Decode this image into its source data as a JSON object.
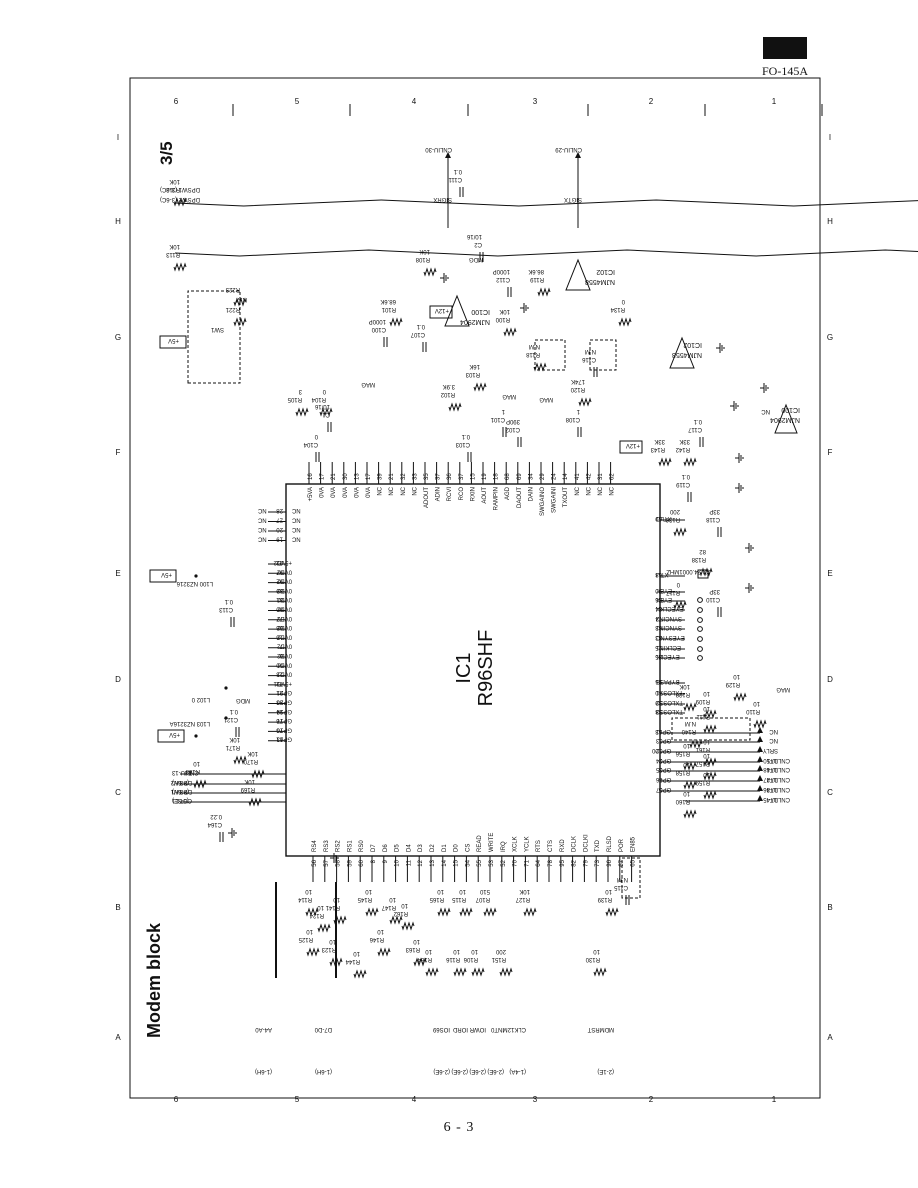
{
  "header": {
    "doc_code": "FO-145A"
  },
  "footer": {
    "page_number": "6 - 3"
  },
  "frame": {
    "top_index": [
      "6",
      "5",
      "4",
      "3",
      "2",
      "1"
    ],
    "bottom_index": [
      "6",
      "5",
      "4",
      "3",
      "2",
      "1"
    ],
    "side_index": [
      "I",
      "H",
      "G",
      "F",
      "E",
      "D",
      "C",
      "B",
      "A"
    ]
  },
  "diagram": {
    "title": "Modem block",
    "sheet": "3/5",
    "ic1_ref": "IC1",
    "ic1_part": "R96SHF",
    "ic100_ref": "IC100",
    "ic100_part": "NJM2904",
    "ic102_ref": "IC102",
    "ic102_part": "NJM4558",
    "ic102b_ref": "IC102",
    "ic102b_part": "NJM4558",
    "ic100b_ref": "IC100",
    "ic100b_part": "NJM2904",
    "sw1": "SW1",
    "nm": "N.M",
    "plus5v": "+5V",
    "plus12v": "+12V",
    "mdg": "MDG",
    "mag": "MAG",
    "sigrx": "SIGRX",
    "sigtx": "SIGTX",
    "cnliu30": "CNLIU-30",
    "cnliu29": "CNLIU-29",
    "dpsw1_ref": "DPSW1 (3-6C)",
    "dpsw2_ref": "DPSW2 (3-6C)",
    "nc": "NC",
    "x2": "X2 24.0001MHZ",
    "l100": "L100 NZ3216",
    "l102": "L102 0",
    "l103": "L103 NZ3216A",
    "left_buses": [
      {
        "ref": "(1-6H)",
        "name": "A4-A0"
      },
      {
        "ref": "(1-6H)",
        "name": "D7-D0"
      },
      {
        "ref": "(2-6E)",
        "name": "IOS69"
      },
      {
        "ref": "(2-6E)",
        "name": "IORD"
      },
      {
        "ref": "(2-6E)",
        "name": "IOWR"
      },
      {
        "ref": "(2-6E)",
        "name": "INT0"
      },
      {
        "ref": "(1-4A)",
        "name": "CLK12M"
      },
      {
        "ref": "(2-1E)",
        "name": "MDMRST"
      }
    ],
    "left_nc": [
      {
        "label": "NC",
        "pin": "28"
      },
      {
        "label": "NC",
        "pin": "27"
      },
      {
        "label": "NC",
        "pin": "20"
      },
      {
        "label": "NC",
        "pin": "19"
      }
    ],
    "left_pins": [
      {
        "pin": "22",
        "name": "+5VD2"
      },
      {
        "pin": "97",
        "name": "0VD2"
      },
      {
        "pin": "92",
        "name": "0VD2"
      },
      {
        "pin": "89",
        "name": "0VD2"
      },
      {
        "pin": "81",
        "name": "0VD2"
      },
      {
        "pin": "80",
        "name": "0VD2"
      },
      {
        "pin": "77",
        "name": "0VD2"
      },
      {
        "pin": "66",
        "name": "0VD2"
      },
      {
        "pin": "16",
        "name": "0VD2"
      },
      {
        "pin": "7",
        "name": "0VD2"
      },
      {
        "pin": "6",
        "name": "0VD2"
      },
      {
        "pin": "50",
        "name": "0VD1"
      },
      {
        "pin": "23",
        "name": "0VD1"
      },
      {
        "pin": "72",
        "name": "+5VD1"
      },
      {
        "pin": "91",
        "name": "GP21"
      },
      {
        "pin": "93",
        "name": "GP20"
      },
      {
        "pin": "94",
        "name": "GP19"
      },
      {
        "pin": "76",
        "name": "GP17"
      },
      {
        "pin": "75",
        "name": "GP16"
      },
      {
        "pin": "61",
        "name": "GP13"
      }
    ],
    "left_signals": [
      {
        "ref": "CNLIU-13",
        "name": "T1"
      },
      {
        "ref": "(3-6H)",
        "name": "DPSW2"
      },
      {
        "ref": "(3-6H)",
        "name": "DPSW1"
      },
      {
        "ref": "(5-3E)",
        "name": "CUTC1"
      }
    ],
    "right_pins": [
      {
        "pin": "69",
        "name": "XTLO"
      },
      {
        "pin": "68",
        "name": "XTLI"
      },
      {
        "pin": "90",
        "name": "EYEY"
      },
      {
        "pin": "86",
        "name": "EYEX"
      },
      {
        "pin": "84",
        "name": "EYECLKX"
      },
      {
        "pin": "74",
        "name": "SYNCIN2"
      },
      {
        "pin": "83",
        "name": "SYNCIN1"
      },
      {
        "pin": "83",
        "name": "EYESYNC"
      },
      {
        "pin": "25",
        "name": "ECLKIN1"
      },
      {
        "pin": "85",
        "name": "EYECLK"
      },
      {
        "pin": "36",
        "name": "BYPASS"
      },
      {
        "pin": "40",
        "name": "TXLOSS1"
      },
      {
        "pin": "39",
        "name": "TXLOSS2"
      },
      {
        "pin": "38",
        "name": "TXLOSS3"
      },
      {
        "pin": "63",
        "name": "GP11"
      },
      {
        "pin": "1",
        "name": "GP03"
      },
      {
        "pin": "100",
        "name": "GP02"
      },
      {
        "pin": "2",
        "name": "GP04"
      },
      {
        "pin": "3",
        "name": "GP05"
      },
      {
        "pin": "4",
        "name": "GP06"
      },
      {
        "pin": "5",
        "name": "GP07"
      }
    ],
    "right_signals": [
      {
        "label": "NC"
      },
      {
        "label": "NC"
      },
      {
        "label": "SRLY"
      },
      {
        "label": "DT1",
        "ref": "CNLIU-50"
      },
      {
        "label": "DT1",
        "ref": "CNLIU-48"
      },
      {
        "label": "DT2",
        "ref": "CNLIU-47"
      },
      {
        "label": "DT3",
        "ref": "CNLIU-46"
      },
      {
        "label": "DT4",
        "ref": "CNLIU-45"
      }
    ],
    "top_pins": [
      {
        "pin": "16",
        "name": "+5VA"
      },
      {
        "pin": "17",
        "name": "0VA"
      },
      {
        "pin": "21",
        "name": "0VA"
      },
      {
        "pin": "30",
        "name": "0VA"
      },
      {
        "pin": "13",
        "name": "0VA"
      },
      {
        "pin": "17",
        "name": "0VA"
      },
      {
        "pin": "39",
        "name": "NC"
      },
      {
        "pin": "21",
        "name": "NC"
      },
      {
        "pin": "32",
        "name": "NC"
      },
      {
        "pin": "33",
        "name": "NC"
      },
      {
        "pin": "35",
        "name": "ADOUT"
      },
      {
        "pin": "37",
        "name": "ADIN"
      },
      {
        "pin": "36",
        "name": "RCVI"
      },
      {
        "pin": "37",
        "name": "RCO"
      },
      {
        "pin": "15",
        "name": "RXIN"
      },
      {
        "pin": "19",
        "name": "AOUT"
      },
      {
        "pin": "18",
        "name": "RAMPIN"
      },
      {
        "pin": "68",
        "name": "AGD"
      },
      {
        "pin": "69",
        "name": "DAOUT"
      },
      {
        "pin": "34",
        "name": "DAIN"
      },
      {
        "pin": "29",
        "name": "SWGAINO"
      },
      {
        "pin": "24",
        "name": "SWGAINI"
      },
      {
        "pin": "14",
        "name": "TXOUT"
      },
      {
        "pin": "41",
        "name": "NC"
      },
      {
        "pin": "42",
        "name": "NC"
      },
      {
        "pin": "31",
        "name": "NC"
      },
      {
        "pin": "62",
        "name": "NC"
      }
    ],
    "bottom_pins": [
      {
        "pin": "56",
        "name": "RS4"
      },
      {
        "pin": "57",
        "name": "RS3"
      },
      {
        "pin": "58",
        "name": "RS2"
      },
      {
        "pin": "59",
        "name": "RS1"
      },
      {
        "pin": "60",
        "name": "RS0"
      },
      {
        "pin": "8",
        "name": "D7"
      },
      {
        "pin": "9",
        "name": "D6"
      },
      {
        "pin": "10",
        "name": "D5"
      },
      {
        "pin": "11",
        "name": "D4"
      },
      {
        "pin": "12",
        "name": "D3"
      },
      {
        "pin": "13",
        "name": "D2"
      },
      {
        "pin": "14",
        "name": "D1"
      },
      {
        "pin": "15",
        "name": "D0"
      },
      {
        "pin": "54",
        "name": "CS"
      },
      {
        "pin": "55",
        "name": "READ"
      },
      {
        "pin": "53",
        "name": "WRITE"
      },
      {
        "pin": "52",
        "name": "IRQ"
      },
      {
        "pin": "70",
        "name": "XCLK"
      },
      {
        "pin": "71",
        "name": "YCLK"
      },
      {
        "pin": "64",
        "name": "RTS"
      },
      {
        "pin": "78",
        "name": "CTS"
      },
      {
        "pin": "95",
        "name": "RXD"
      },
      {
        "pin": "82",
        "name": "DCLK"
      },
      {
        "pin": "79",
        "name": "DCLKI"
      },
      {
        "pin": "73",
        "name": "TXD"
      },
      {
        "pin": "96",
        "name": "RLSD"
      },
      {
        "pin": "67",
        "name": "POR"
      },
      {
        "pin": "65",
        "name": "EN85"
      }
    ],
    "resistors": [
      {
        "ref": "R112",
        "value": "10K"
      },
      {
        "ref": "R113",
        "value": "10K"
      },
      {
        "ref": "R223",
        "value": ""
      },
      {
        "ref": "R221",
        "value": ""
      },
      {
        "ref": "R105",
        "value": "3"
      },
      {
        "ref": "R104",
        "value": "0"
      },
      {
        "ref": "R108",
        "value": "10K"
      },
      {
        "ref": "R101",
        "value": "68.6K"
      },
      {
        "ref": "R100",
        "value": "10K"
      },
      {
        "ref": "R119",
        "value": "86.6K"
      },
      {
        "ref": "R103",
        "value": "16K"
      },
      {
        "ref": "R102",
        "value": "3.9K"
      },
      {
        "ref": "R118",
        "value": "N.M"
      },
      {
        "ref": "R120",
        "value": "174K"
      },
      {
        "ref": "R134",
        "value": "0"
      },
      {
        "ref": "R143",
        "value": "33K"
      },
      {
        "ref": "R142",
        "value": "33K"
      },
      {
        "ref": "R136",
        "value": "200"
      },
      {
        "ref": "R138",
        "value": "82"
      },
      {
        "ref": "R117",
        "value": "0"
      },
      {
        "ref": "R129",
        "value": "10"
      },
      {
        "ref": "R128",
        "value": "10K"
      },
      {
        "ref": "R109",
        "value": "10"
      },
      {
        "ref": "R110",
        "value": "10"
      },
      {
        "ref": "R111",
        "value": "10"
      },
      {
        "ref": "R140",
        "value": "N.M"
      },
      {
        "ref": "R161",
        "value": "10"
      },
      {
        "ref": "R156",
        "value": "10"
      },
      {
        "ref": "R157",
        "value": "10"
      },
      {
        "ref": "R158",
        "value": "10"
      },
      {
        "ref": "R159",
        "value": "10"
      },
      {
        "ref": "R160",
        "value": "10"
      },
      {
        "ref": "R171",
        "value": "10K"
      },
      {
        "ref": "R170",
        "value": "10K"
      },
      {
        "ref": "R168",
        "value": "10"
      },
      {
        "ref": "R169",
        "value": "10K"
      },
      {
        "ref": "R114",
        "value": "10"
      },
      {
        "ref": "R124",
        "value": "10"
      },
      {
        "ref": "R141",
        "value": "10"
      },
      {
        "ref": "R125",
        "value": "10"
      },
      {
        "ref": "R123",
        "value": "10"
      },
      {
        "ref": "R144",
        "value": "10"
      },
      {
        "ref": "R145",
        "value": "10"
      },
      {
        "ref": "R146",
        "value": "10"
      },
      {
        "ref": "R147",
        "value": "10"
      },
      {
        "ref": "R162",
        "value": "10"
      },
      {
        "ref": "R163",
        "value": "10"
      },
      {
        "ref": "R164",
        "value": "10"
      },
      {
        "ref": "R165",
        "value": "10"
      },
      {
        "ref": "R115",
        "value": "10"
      },
      {
        "ref": "R116",
        "value": "10"
      },
      {
        "ref": "R106",
        "value": "10"
      },
      {
        "ref": "R107",
        "value": "510"
      },
      {
        "ref": "R151",
        "value": "200"
      },
      {
        "ref": "R127",
        "value": "10K"
      },
      {
        "ref": "R139",
        "value": "10"
      },
      {
        "ref": "R130",
        "value": "10"
      }
    ],
    "capacitors": [
      {
        "ref": "C111",
        "value": "0.1"
      },
      {
        "ref": "C2",
        "value": "10/16"
      },
      {
        "ref": "C112",
        "value": "1000P"
      },
      {
        "ref": "C100",
        "value": "1000P"
      },
      {
        "ref": "C107",
        "value": "0.1"
      },
      {
        "ref": "C1",
        "value": "10/16"
      },
      {
        "ref": "C104",
        "value": "0"
      },
      {
        "ref": "C103",
        "value": "0.1"
      },
      {
        "ref": "C101",
        "value": "1"
      },
      {
        "ref": "C102",
        "value": "390P"
      },
      {
        "ref": "C108",
        "value": "1"
      },
      {
        "ref": "C116",
        "value": "N.M"
      },
      {
        "ref": "C117",
        "value": "0.1"
      },
      {
        "ref": "C119",
        "value": "0.1"
      },
      {
        "ref": "C118",
        "value": "33P"
      },
      {
        "ref": "C110",
        "value": "33P"
      },
      {
        "ref": "C113",
        "value": "0.1"
      },
      {
        "ref": "C121",
        "value": "0.1"
      },
      {
        "ref": "C164",
        "value": "0.22"
      },
      {
        "ref": "C115",
        "value": "N.M"
      }
    ]
  }
}
